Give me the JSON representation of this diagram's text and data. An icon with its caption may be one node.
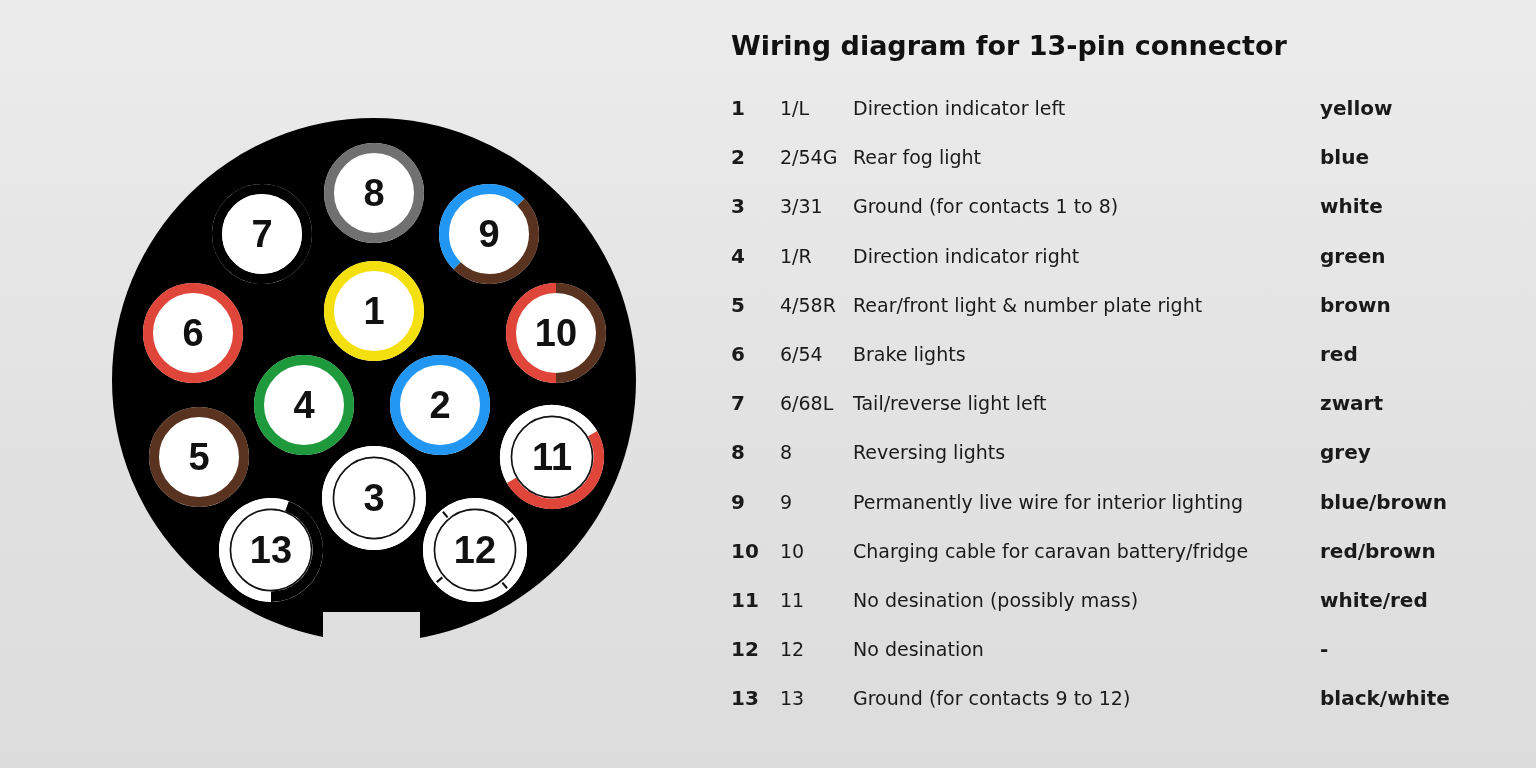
{
  "diagram": {
    "title": "Wiring diagram for 13-pin connector",
    "nodes": [
      {
        "text": [],
        "shape": "circle"
      },
      {
        "text": [
          "1"
        ],
        "in": 0
      },
      {
        "text": [
          "2"
        ],
        "in": 0
      },
      {
        "text": [
          "3"
        ],
        "in": 0
      },
      {
        "text": [
          "4"
        ],
        "in": 0
      },
      {
        "text": [
          "5"
        ],
        "in": 0
      },
      {
        "text": [
          "6"
        ],
        "in": 0
      },
      {
        "text": [
          "7"
        ],
        "in": 0
      },
      {
        "text": [
          "8"
        ],
        "in": 0
      },
      {
        "text": [
          "9"
        ],
        "in": 0
      },
      {
        "text": [
          "10"
        ],
        "in": 0
      },
      {
        "text": [
          "11"
        ],
        "in": 0
      },
      {
        "text": [
          "12"
        ],
        "in": 0
      },
      {
        "text": [
          "13"
        ],
        "in": 0
      }
    ],
    "edges": [],
    "labels": [
      "1",
      "1/L",
      "Direction indicator left",
      "yellow",
      "2",
      "2/54G",
      "Rear fog light",
      "blue",
      "3",
      "3/31",
      "Ground (for contacts 1 to 8)",
      "white",
      "4",
      "1/R",
      "Direction indicator right",
      "green",
      "5",
      "4/58R",
      "Rear/front light & number plate right",
      "brown",
      "6",
      "6/54",
      "Brake lights",
      "red",
      "7",
      "6/68L",
      "Tail/reverse light left",
      "zwart",
      "8",
      "8",
      "Reversing lights",
      "grey",
      "9",
      "9",
      "Permanently live wire for interior lighting",
      "blue/brown",
      "10",
      "10",
      "Charging cable for caravan battery/fridge",
      "red/brown",
      "11",
      "11",
      "No desination (possibly mass)",
      "white/red",
      "12",
      "12",
      "No desination",
      "-",
      "13",
      "13",
      "Ground (for contacts 9 to 12)",
      "black/white"
    ]
  }
}
